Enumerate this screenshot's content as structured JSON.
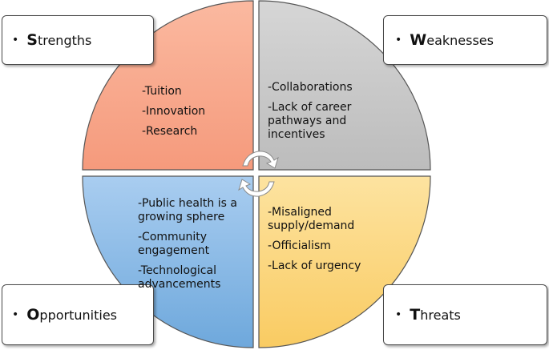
{
  "colors": {
    "strengths": "#f7a58a",
    "weaknesses": "#c8c8c8",
    "opportunities": "#8ab8e2",
    "threats": "#fbd87f"
  },
  "strengths": {
    "bullet": "•",
    "initial": "S",
    "rest": "trengths",
    "items": [
      "-Tuition",
      "-Innovation",
      "-Research"
    ]
  },
  "weaknesses": {
    "bullet": "•",
    "initial": "W",
    "rest": "eaknesses",
    "items": [
      "-Collaborations",
      "-Lack of career pathways and incentives"
    ]
  },
  "opportunities": {
    "bullet": "•",
    "initial": "O",
    "rest": "pportunities",
    "items": [
      "-Public health is a growing sphere",
      "-Community engagement",
      "-Technological advancements"
    ]
  },
  "threats": {
    "bullet": "•",
    "initial": "T",
    "rest": "hreats",
    "items": [
      "-Misaligned supply/demand",
      "-Officialism",
      "-Lack of urgency"
    ]
  }
}
